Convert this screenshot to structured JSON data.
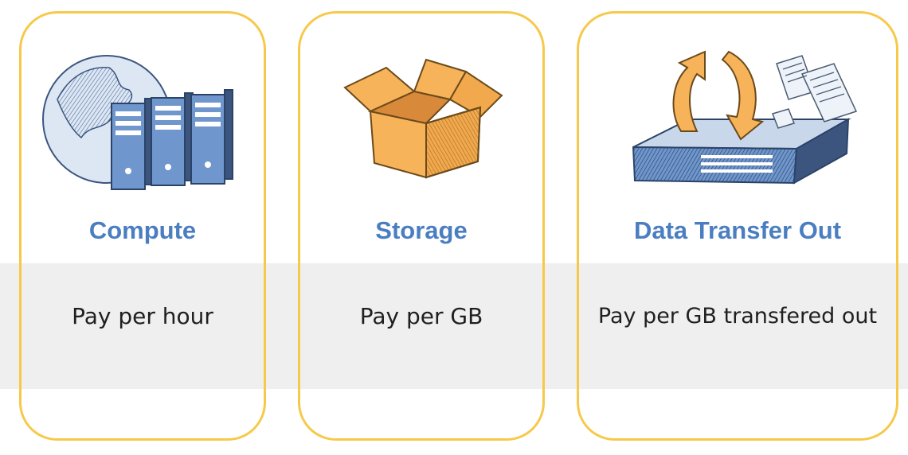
{
  "colors": {
    "card_border": "#f7c94a",
    "title": "#4a7ec1",
    "band": "#efefef",
    "text": "#1f1f1f"
  },
  "cards": [
    {
      "title": "Compute",
      "description": "Pay per hour",
      "icon": "globe-servers-icon"
    },
    {
      "title": "Storage",
      "description": "Pay per GB",
      "icon": "cardboard-box-icon"
    },
    {
      "title": "Data Transfer Out",
      "description": "Pay per GB transfered out",
      "icon": "data-transfer-appliance-icon"
    }
  ]
}
